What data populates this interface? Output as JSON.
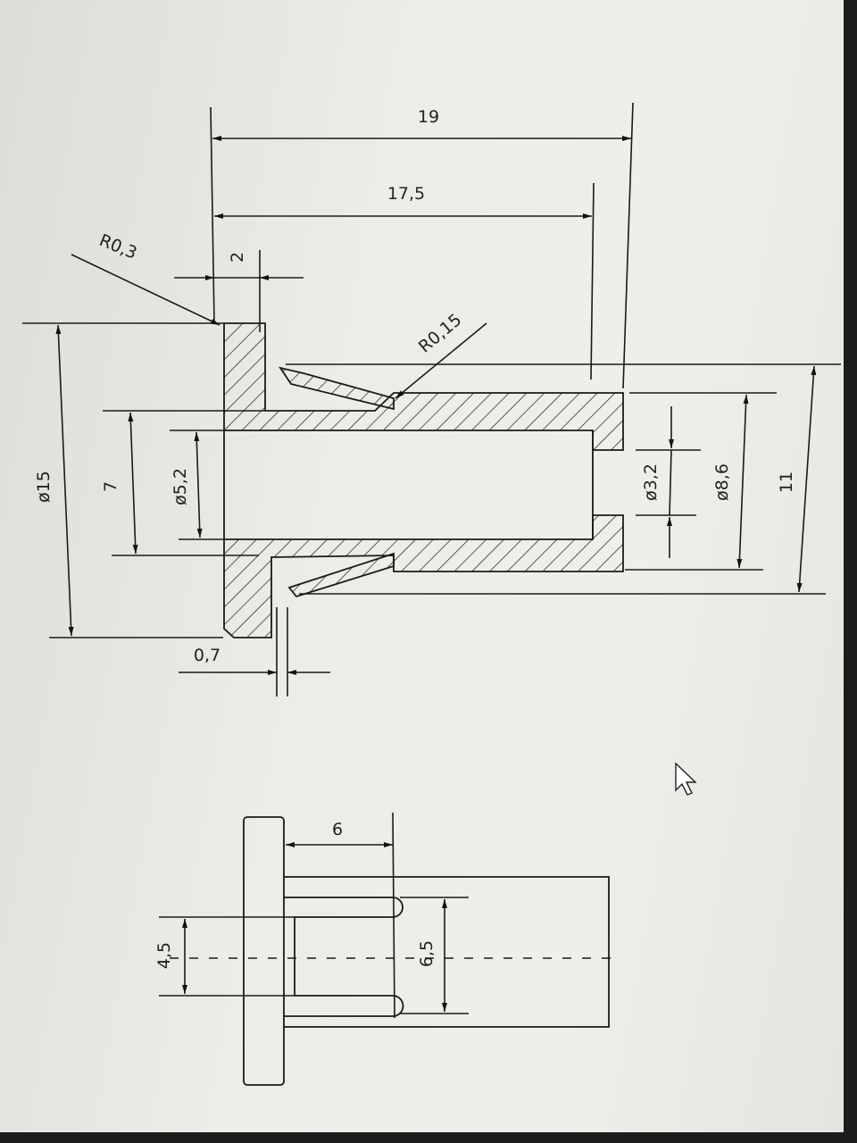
{
  "drawing": {
    "section_view": {
      "dim_overall_length": "19",
      "dim_body_length": "17,5",
      "dim_flange_thickness": "2",
      "dim_radius_flange": "R0,3",
      "dim_radius_snap": "R0,15",
      "dim_flange_diameter": "ø15",
      "dim_step_height": "7",
      "dim_bore_diameter": "ø5,2",
      "dim_hole_diameter": "ø3,2",
      "dim_body_diameter": "ø8,6",
      "dim_snap_span": "11",
      "dim_gap": "0,7"
    },
    "side_view": {
      "dim_slot_length": "6",
      "dim_inner_width": "4,5",
      "dim_outer_width": "6,5"
    }
  }
}
